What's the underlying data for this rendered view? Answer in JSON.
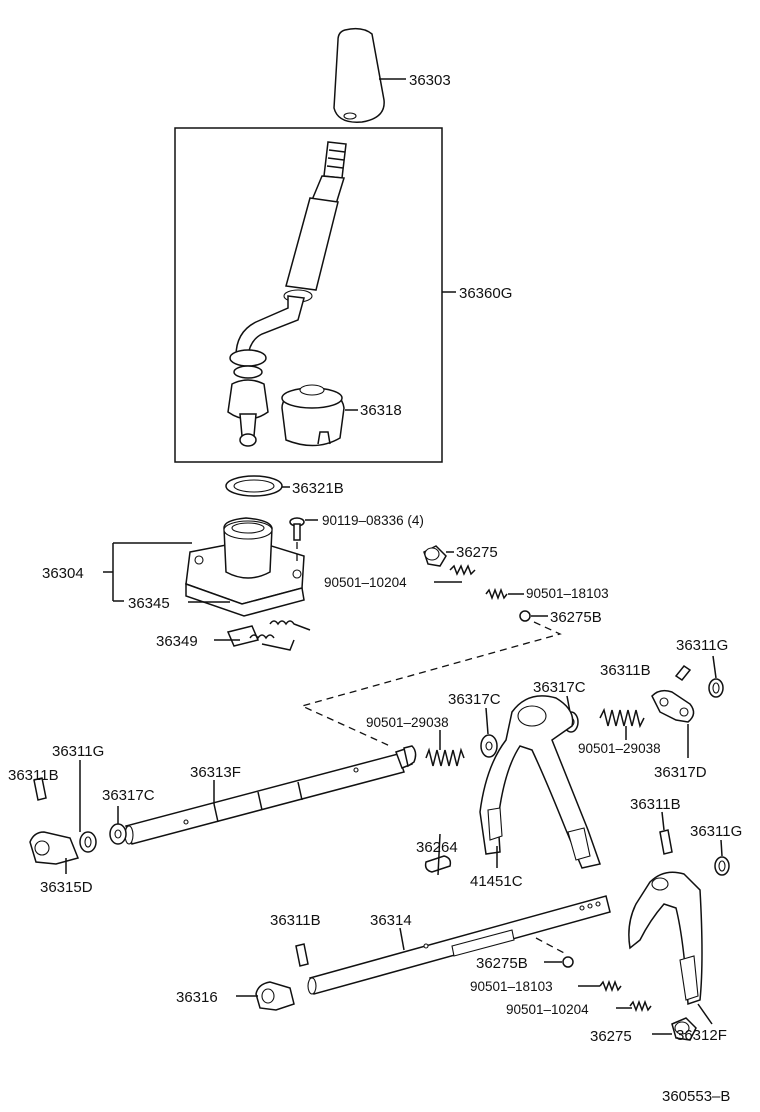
{
  "labels": {
    "p36303": "36303",
    "p36360G": "36360G",
    "p36318": "36318",
    "p36321B": "36321B",
    "p90119": "90119–08336 (4)",
    "p36304": "36304",
    "p36345": "36345",
    "p36349": "36349",
    "p36275_top": "36275",
    "p90501_10204_top": "90501–10204",
    "p90501_18103_top": "90501–18103",
    "p36275B_top": "36275B",
    "p36311G_top": "36311G",
    "p36311B_top": "36311B",
    "p36317C_a": "36317C",
    "p36317C_b": "36317C",
    "p90501_29038_a": "90501–29038",
    "p90501_29038_b": "90501–29038",
    "p36317D": "36317D",
    "p36311G_left": "36311G",
    "p36311B_left": "36311B",
    "p36317C_left": "36317C",
    "p36313F": "36313F",
    "p36315D": "36315D",
    "p36264": "36264",
    "p41451C": "41451C",
    "p36311B_right": "36311B",
    "p36311G_right": "36311G",
    "p36311B_bottom": "36311B",
    "p36314": "36314",
    "p36275B_bottom": "36275B",
    "p90501_18103_bottom": "90501–18103",
    "p90501_10204_bottom": "90501–10204",
    "p36316": "36316",
    "p36275_bottom": "36275",
    "p36312F": "36312F",
    "ref": "360553–B"
  }
}
